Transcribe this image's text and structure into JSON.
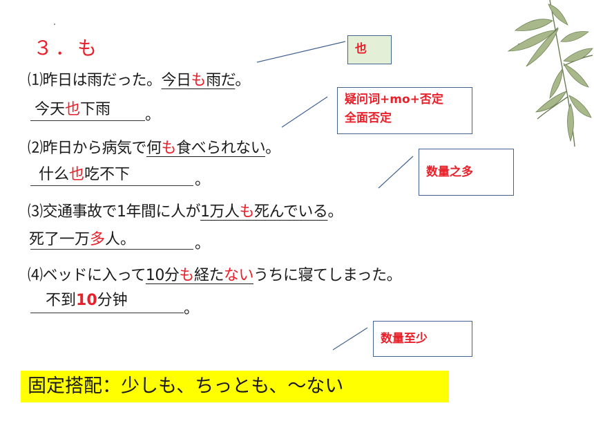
{
  "heading": "３．も",
  "colors": {
    "accent": "#e8202a",
    "box_border": "#41628f",
    "box_green": "#e4efd8",
    "highlight": "#ffff00"
  },
  "sentences": [
    {
      "num": "⑴",
      "pre": "昨日は雨だった。",
      "u1": "今日",
      "mo": "も",
      "u2": "雨だ",
      "post": "。",
      "answer": {
        "a": "今天",
        "b": "也",
        "c": "下雨",
        "end": "。"
      }
    },
    {
      "num": "⑵",
      "pre": "昨日から病気で",
      "u1": "何",
      "mo": "も",
      "u2": "食べられない",
      "post": "。",
      "answer": {
        "a": "什么",
        "b": "也",
        "c": "吃不下",
        "end": "。"
      }
    },
    {
      "num": "⑶",
      "pre": "交通事故で1年間に人が",
      "u1": "1万人",
      "mo": "も",
      "u2": "死んでいる",
      "post": "。",
      "answer": {
        "a": "死了一万",
        "b": "多",
        "c": "人。",
        "end": "。"
      }
    },
    {
      "num": "⑷",
      "pre": "ベッドに入って",
      "u1": "10分",
      "mo": "も",
      "u2a": "経た",
      "u2b": "ない",
      "post": "うちに寝てしまった。",
      "answer": {
        "a": "不到",
        "b": "10",
        "c": "分钟",
        "end": "。"
      }
    }
  ],
  "notes": {
    "ye": "也",
    "neg_line1": "疑问词+mo+否定",
    "neg_line2": "全面否定",
    "many": "数量之多",
    "least": "数量至少"
  },
  "fixed_phrase": "固定搭配：少しも、ちっとも、〜ない"
}
